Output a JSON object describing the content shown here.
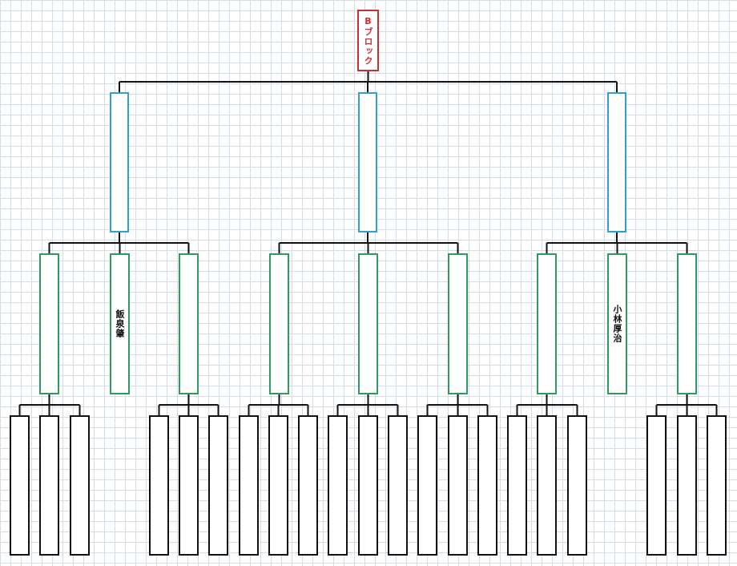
{
  "bracket": {
    "champion": {
      "label": "Bブロック"
    },
    "round1": [
      {
        "label": ""
      },
      {
        "label": ""
      },
      {
        "label": ""
      }
    ],
    "round2": [
      {
        "label": ""
      },
      {
        "label": "飯泉肇"
      },
      {
        "label": ""
      },
      {
        "label": ""
      },
      {
        "label": ""
      },
      {
        "label": ""
      },
      {
        "label": ""
      },
      {
        "label": "小林厚治"
      },
      {
        "label": ""
      }
    ],
    "entries_count": 21
  },
  "colors": {
    "grid": "#d2dde6",
    "champion_border": "#cc2f2f",
    "round1_border": "#2f9fcf",
    "round2_border": "#2e9a5e",
    "entry_border": "#111111",
    "connector": "#111111"
  }
}
